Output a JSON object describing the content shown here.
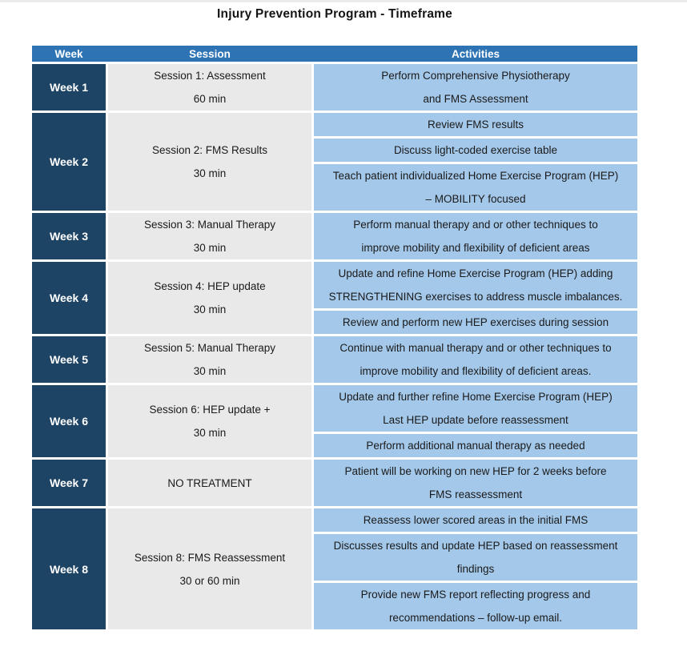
{
  "page": {
    "title": "Injury Prevention Program - Timeframe"
  },
  "table": {
    "headers": [
      "Week",
      "Session",
      "Activities"
    ],
    "colors": {
      "header_bg": "#2E74B5",
      "week_bg": "#1E4465",
      "session_bg": "#E9E9E9",
      "activity_bg": "#A4C8EA",
      "header_text": "#FFFFFF",
      "week_text": "#FFFFFF",
      "body_text": "#1A1A1A"
    },
    "rows": [
      {
        "week": "Week 1",
        "session": "Session 1: Assessment\n60 min",
        "activities": [
          "Perform Comprehensive Physiotherapy\nand FMS Assessment"
        ]
      },
      {
        "week": "Week 2",
        "session": "Session 2: FMS Results\n30 min",
        "activities": [
          "Review FMS results",
          "Discuss light-coded exercise table",
          "Teach patient individualized Home Exercise Program (HEP)\n– MOBILITY focused"
        ]
      },
      {
        "week": "Week 3",
        "session": "Session 3: Manual Therapy\n30 min",
        "activities": [
          "Perform manual therapy and or other techniques to\nimprove mobility and flexibility of deficient areas"
        ]
      },
      {
        "week": "Week 4",
        "session": "Session 4: HEP update\n30 min",
        "activities": [
          "Update and refine Home Exercise Program (HEP) adding\nSTRENGTHENING exercises to address muscle imbalances.",
          "Review and perform new HEP exercises during session"
        ]
      },
      {
        "week": "Week 5",
        "session": "Session 5: Manual Therapy\n30 min",
        "activities": [
          "Continue with manual therapy and or other techniques to\nimprove mobility and flexibility of deficient areas."
        ]
      },
      {
        "week": "Week 6",
        "session": "Session 6: HEP update +\n30 min",
        "activities": [
          "Update and further refine Home Exercise Program (HEP)\nLast HEP update before reassessment",
          "Perform additional manual therapy as needed"
        ]
      },
      {
        "week": "Week 7",
        "session": "NO TREATMENT",
        "activities": [
          "Patient will be working on new HEP for 2 weeks before\nFMS reassessment"
        ]
      },
      {
        "week": "Week 8",
        "session": "Session 8: FMS Reassessment\n30 or 60 min",
        "activities": [
          "Reassess lower scored areas in the initial FMS",
          "Discusses results and update HEP based on reassessment\nfindings",
          "Provide new FMS report reflecting progress and\nrecommendations – follow-up email."
        ]
      }
    ]
  }
}
